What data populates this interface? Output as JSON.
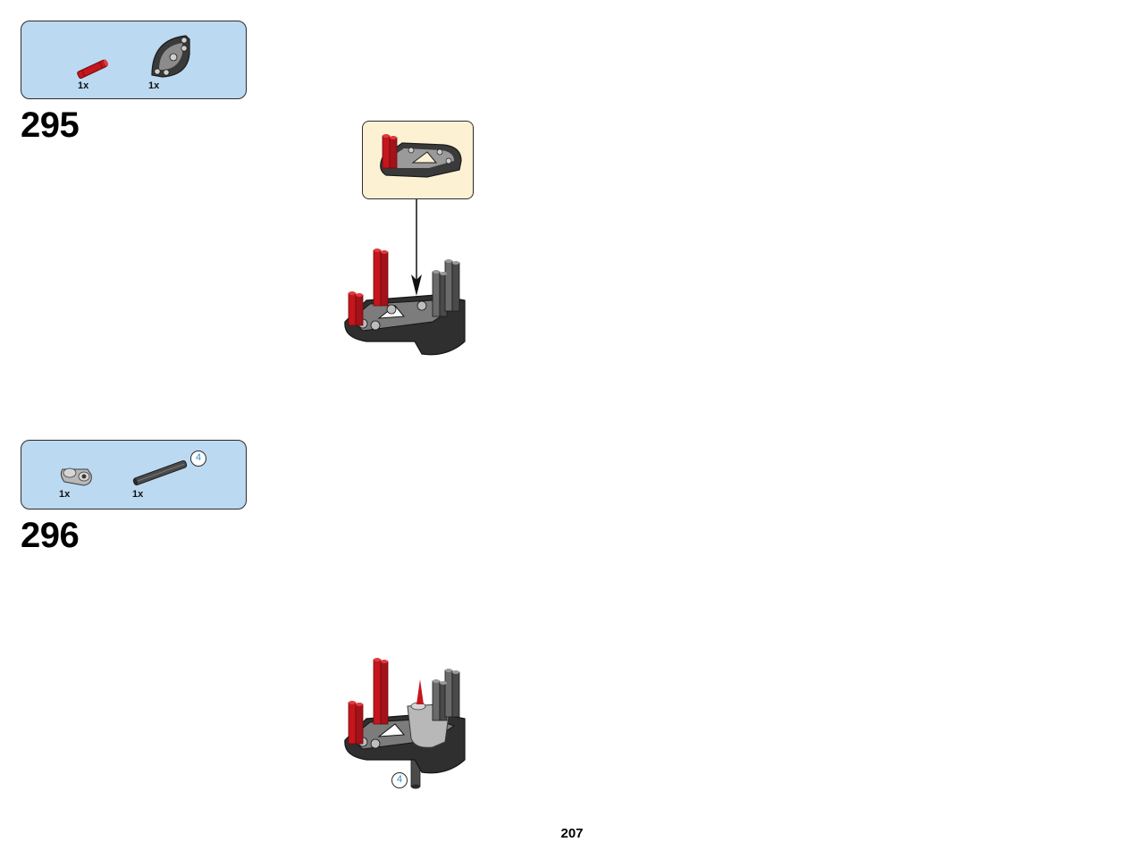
{
  "steps": [
    {
      "number": "295",
      "parts": [
        {
          "quantity": "1x",
          "part": "red-axle-icon"
        },
        {
          "quantity": "1x",
          "part": "dark-gray-triangle-beam-icon"
        }
      ]
    },
    {
      "number": "296",
      "parts": [
        {
          "quantity": "1x",
          "part": "light-gray-double-connector-icon"
        },
        {
          "quantity": "1x",
          "part": "dark-gray-long-axle-icon"
        }
      ],
      "axle_length": "4"
    }
  ],
  "page_number": "207",
  "colors": {
    "parts_box_bg": "#bcd9f2",
    "callout_bg": "#fdf1d4",
    "brick_red": "#c4161c",
    "dark_gray": "#3a3a3a",
    "light_gray": "#b8b8b8",
    "badge_text": "#2a8fd0"
  }
}
